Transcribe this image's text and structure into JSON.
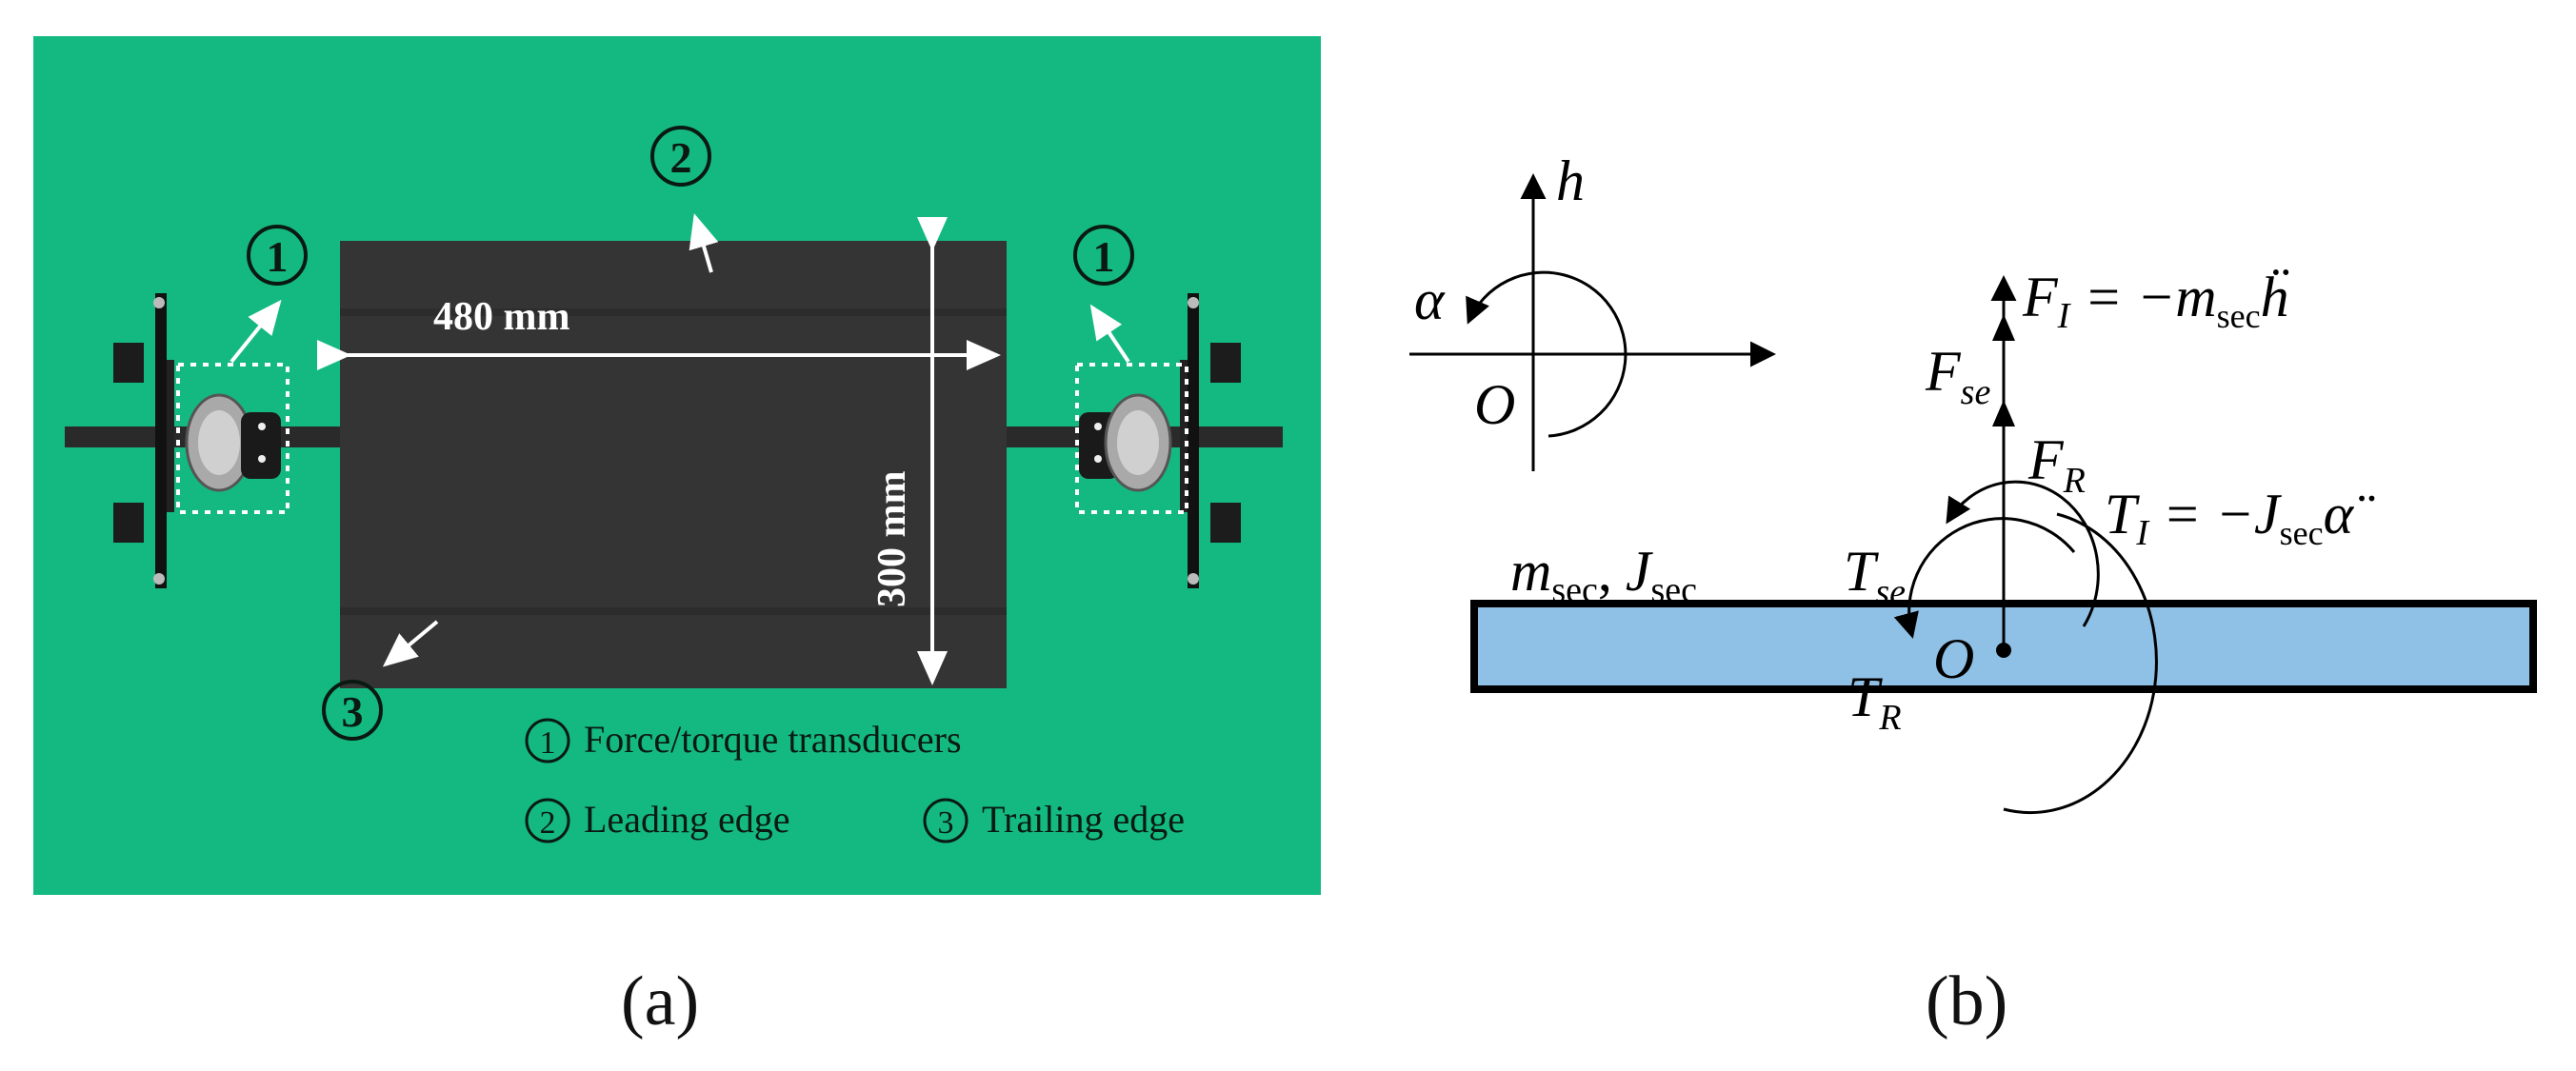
{
  "panel_a": {
    "marker_1": "1",
    "marker_2": "2",
    "marker_3": "3",
    "dim_width": "480 mm",
    "dim_height": "300 mm",
    "legend": [
      {
        "num": "1",
        "text": "Force/torque transducers"
      },
      {
        "num": "2",
        "text": "Leading edge"
      },
      {
        "num": "3",
        "text": "Trailing edge"
      }
    ],
    "colors": {
      "background": "#14b981",
      "section": "#333333",
      "annotation": "#ffffff"
    }
  },
  "panel_b": {
    "axis_h": "h",
    "axis_alpha": "α",
    "origin": "O",
    "fi_main": "F",
    "fi_sub": "I",
    "fi_rhs": " = −m",
    "fi_sub2": "sec",
    "fi_var": "ḧ",
    "fse_main": "F",
    "fse_sub": "se",
    "fr_main": "F",
    "fr_sub": "R",
    "m_main": "m",
    "m_sub": "sec",
    "comma": ",",
    "j_main": "J",
    "j_sub": "sec",
    "tse_main": "T",
    "tse_sub": "se",
    "ti_main": "T",
    "ti_sub": "I",
    "ti_rhs": " = −J",
    "ti_sub2": "sec",
    "ti_var": "α̈",
    "tr_main": "T",
    "tr_sub": "R",
    "section_origin": "O",
    "colors": {
      "section_fill": "#8fc0e6",
      "line": "#000000"
    }
  },
  "captions": {
    "a": "(a)",
    "b": "(b)"
  }
}
